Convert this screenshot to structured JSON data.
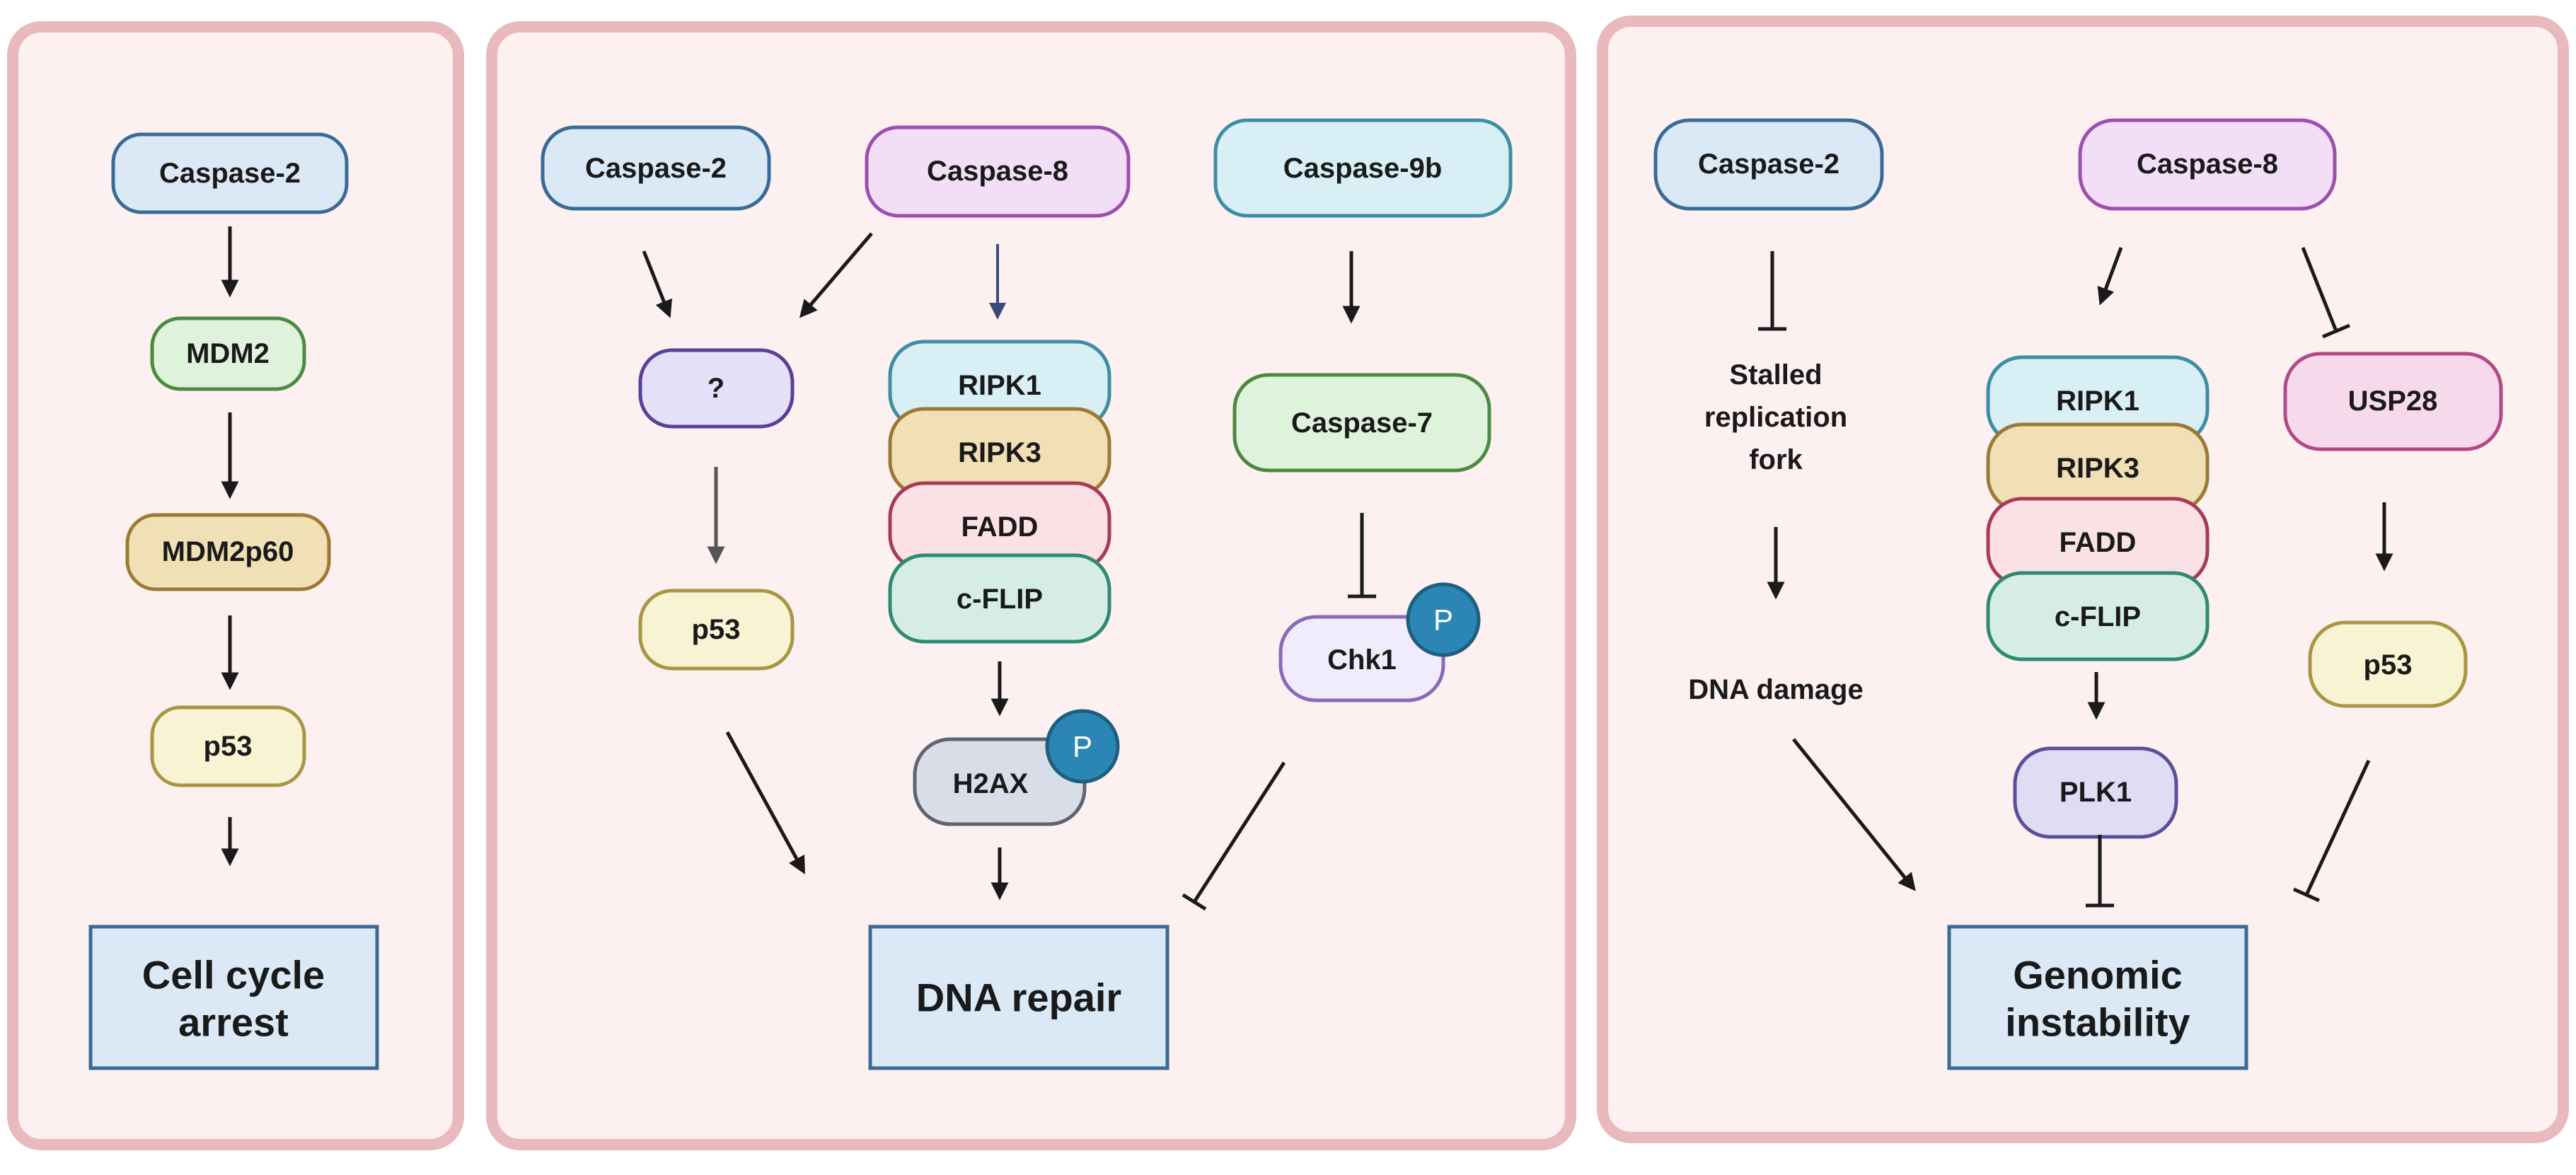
{
  "colors": {
    "panel_fill": "#fdf0f1",
    "panel_border": "#e8b9bd",
    "caspase2": {
      "fill": "#dbe9f7",
      "stroke": "#3a6a96"
    },
    "caspase8": {
      "fill": "#f3def7",
      "stroke": "#9b4fb0"
    },
    "caspase9b": {
      "fill": "#d8eff5",
      "stroke": "#3d8ea3"
    },
    "mdm2": {
      "fill": "#dff2dc",
      "stroke": "#4c8a3f"
    },
    "mdm2p60": {
      "fill": "#f1dfb5",
      "stroke": "#9b7a35"
    },
    "p53": {
      "fill": "#f7f3d3",
      "stroke": "#a89642"
    },
    "question": {
      "fill": "#e4e0f7",
      "stroke": "#5b3f99"
    },
    "ripk1": {
      "fill": "#d8eff5",
      "stroke": "#3d8ea3"
    },
    "ripk3": {
      "fill": "#f1dfb5",
      "stroke": "#9b7a35"
    },
    "fadd": {
      "fill": "#fbe1e6",
      "stroke": "#a83a54"
    },
    "cflip": {
      "fill": "#d6ede6",
      "stroke": "#2f8a72"
    },
    "h2ax": {
      "fill": "#d9dde8",
      "stroke": "#5e6470"
    },
    "caspase7": {
      "fill": "#dff2dc",
      "stroke": "#4c8a3f"
    },
    "chk1": {
      "fill": "#f1ecfb",
      "stroke": "#8a6ab8"
    },
    "usp28": {
      "fill": "#f7d9ec",
      "stroke": "#b04b88"
    },
    "plk1": {
      "fill": "#dfdcf3",
      "stroke": "#5b4f99"
    },
    "phospho": {
      "fill": "#2b86b5",
      "stroke": "#1c5f80"
    },
    "outcome": {
      "fill": "#dbe9f7",
      "stroke": "#3a6a96"
    }
  },
  "panel1": {
    "caspase2": "Caspase-2",
    "mdm2": "MDM2",
    "mdm2p60": "MDM2p60",
    "p53": "p53",
    "outcome_line1": "Cell cycle",
    "outcome_line2": "arrest"
  },
  "panel2": {
    "caspase2": "Caspase-2",
    "caspase8": "Caspase-8",
    "caspase9b": "Caspase-9b",
    "question": "?",
    "p53": "p53",
    "ripk1": "RIPK1",
    "ripk3": "RIPK3",
    "fadd": "FADD",
    "cflip": "c-FLIP",
    "h2ax": "H2AX",
    "h2ax_phospho": "P",
    "caspase7": "Caspase-7",
    "chk1": "Chk1",
    "chk1_phospho": "P",
    "outcome": "DNA repair"
  },
  "panel3": {
    "caspase2": "Caspase-2",
    "caspase8": "Caspase-8",
    "stalled_line1": "Stalled",
    "stalled_line2": "replication",
    "stalled_line3": "fork",
    "dna_damage": "DNA damage",
    "ripk1": "RIPK1",
    "ripk3": "RIPK3",
    "fadd": "FADD",
    "cflip": "c-FLIP",
    "plk1": "PLK1",
    "usp28": "USP28",
    "p53": "p53",
    "outcome_line1": "Genomic",
    "outcome_line2": "instability"
  }
}
